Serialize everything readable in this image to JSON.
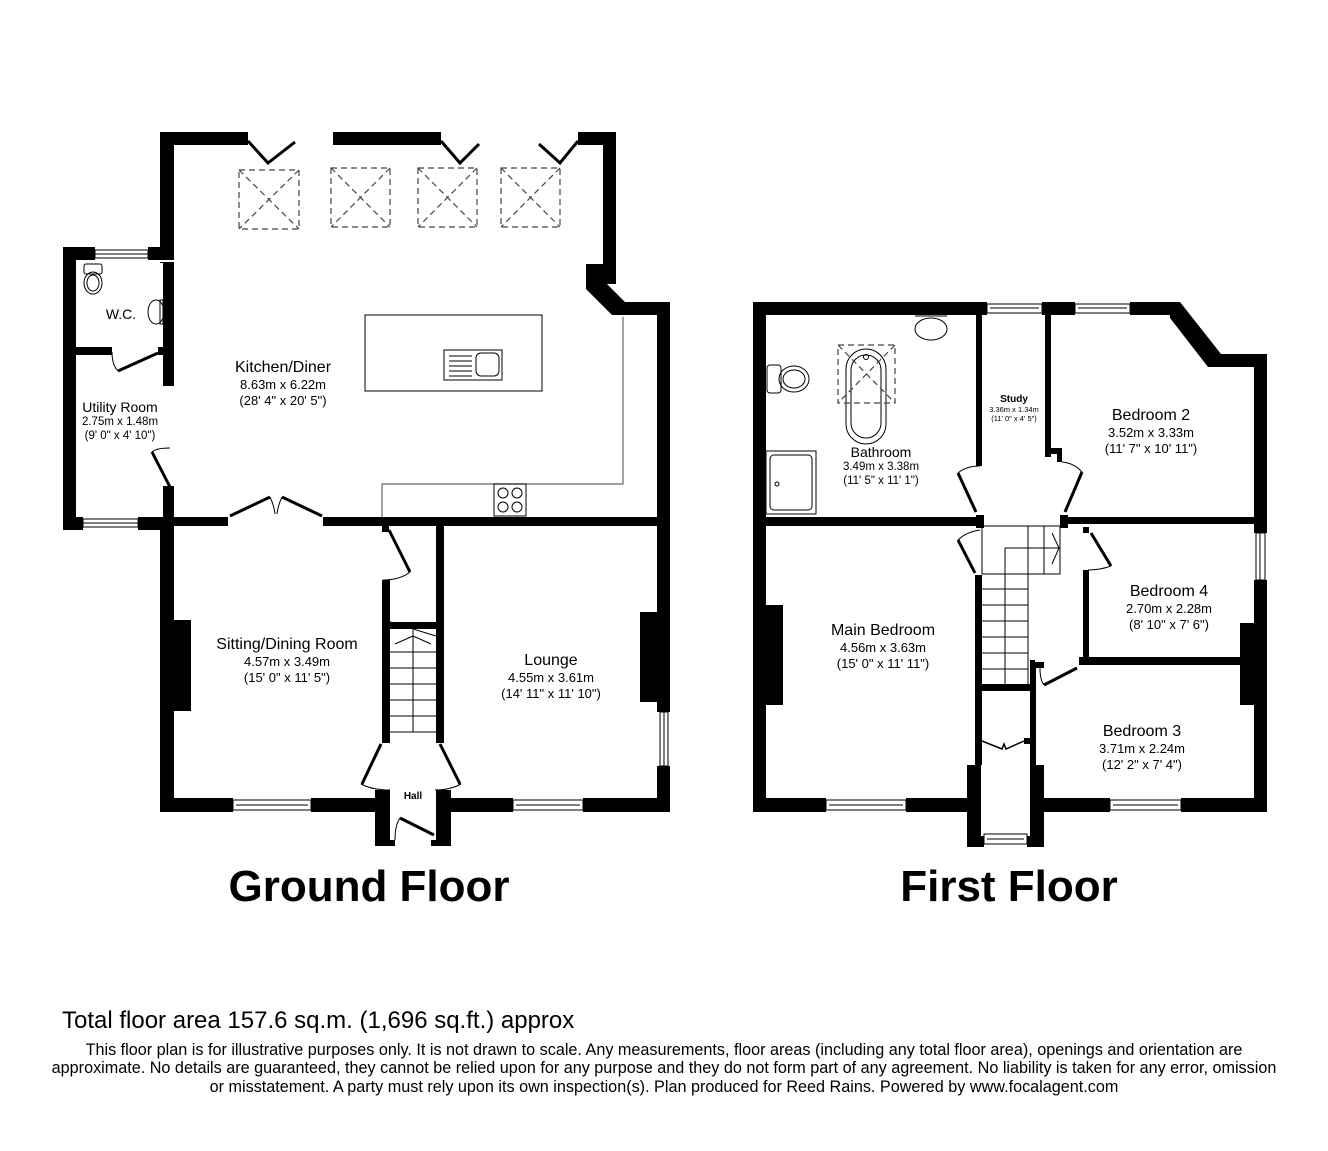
{
  "floors": [
    {
      "id": "ground",
      "title": "Ground Floor",
      "rooms": [
        {
          "name": "Kitchen/Diner",
          "metric": "8.63m x 6.22m",
          "imperial": "(28' 4\" x 20' 5\")"
        },
        {
          "name": "W.C.",
          "metric": "",
          "imperial": ""
        },
        {
          "name": "Utility Room",
          "metric": "2.75m x 1.48m",
          "imperial": "(9' 0\" x 4' 10\")"
        },
        {
          "name": "Sitting/Dining Room",
          "metric": "4.57m x 3.49m",
          "imperial": "(15' 0\" x 11' 5\")"
        },
        {
          "name": "Lounge",
          "metric": "4.55m x 3.61m",
          "imperial": "(14' 11\" x 11' 10\")"
        },
        {
          "name": "Hall",
          "metric": "",
          "imperial": ""
        }
      ]
    },
    {
      "id": "first",
      "title": "First Floor",
      "rooms": [
        {
          "name": "Bathroom",
          "metric": "3.49m x 3.38m",
          "imperial": "(11' 5\" x 11' 1\")"
        },
        {
          "name": "Study",
          "metric": "3.36m x 1.34m",
          "imperial": "(11' 0\" x 4' 5\")"
        },
        {
          "name": "Bedroom 2",
          "metric": "3.52m x 3.33m",
          "imperial": "(11' 7\" x 10' 11\")"
        },
        {
          "name": "Main Bedroom",
          "metric": "4.56m x 3.63m",
          "imperial": "(15' 0\" x 11' 11\")"
        },
        {
          "name": "Bedroom 4",
          "metric": "2.70m x 2.28m",
          "imperial": "(8' 10\" x 7' 6\")"
        },
        {
          "name": "Bedroom 3",
          "metric": "3.71m x 2.24m",
          "imperial": "(12' 2\" x 7' 4\")"
        }
      ]
    }
  ],
  "footer": {
    "total_area": "Total floor area 157.6 sq.m. (1,696 sq.ft.) approx",
    "disclaimer": "This floor plan is for illustrative purposes only. It is not drawn to scale. Any measurements, floor areas (including any total floor area), openings and orientation are approximate. No details are guaranteed, they cannot be relied upon for any purpose and they do not form part of any agreement. No liability is taken for any error, omission or misstatement. A party must rely upon its own inspection(s). Plan produced for Reed Rains. Powered by www.focalagent.com"
  },
  "colors": {
    "wall": "#000000",
    "background": "#ffffff",
    "fixture_line": "#666666"
  }
}
